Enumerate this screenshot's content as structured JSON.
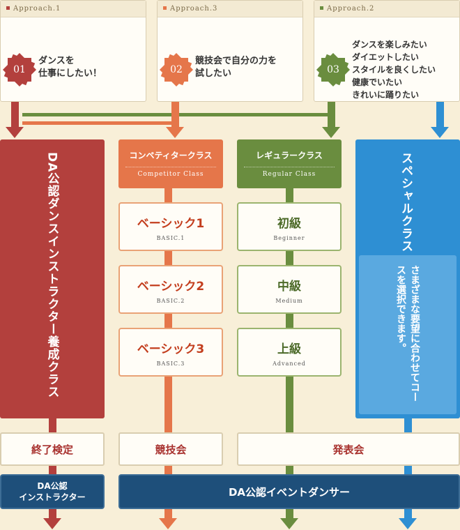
{
  "approaches": [
    {
      "label": "Approach.1",
      "num": "01",
      "text": "ダンスを\n仕事にしたい！"
    },
    {
      "label": "Approach.3",
      "num": "02",
      "text": "競技会で自分の力を\n試したい"
    },
    {
      "label": "Approach.2",
      "num": "03",
      "text": "ダンスを楽しみたい\nダイエットしたい\nスタイルを良くしたい\n健康でいたい\nきれいに踊りたい"
    }
  ],
  "instructor_class": {
    "title": "DA公認ダンスインストラクター養成クラス"
  },
  "competitor_class": {
    "title": "コンペティタークラス",
    "subtitle": "Competitor Class",
    "levels": [
      {
        "title": "ベーシック1",
        "sub": "BASIC.1"
      },
      {
        "title": "ベーシック2",
        "sub": "BASIC.2"
      },
      {
        "title": "ベーシック3",
        "sub": "BASIC.3"
      }
    ]
  },
  "regular_class": {
    "title": "レギュラークラス",
    "subtitle": "Regular Class",
    "levels": [
      {
        "title": "初級",
        "sub": "Beginner"
      },
      {
        "title": "中級",
        "sub": "Medium"
      },
      {
        "title": "上級",
        "sub": "Advanced"
      }
    ]
  },
  "special_class": {
    "title": "スペシャルクラス",
    "desc": "さまざまな要望に合わせてコースを選択できます。"
  },
  "finish": {
    "instructor": "終了検定",
    "competition": "競技会",
    "recital": "発表会"
  },
  "outcome": {
    "instructor_line1": "DA公認",
    "instructor_line2": "インストラクター",
    "dancer": "DA公認イベントダンサー"
  },
  "colors": {
    "red": "#b3403d",
    "orange": "#e5764a",
    "green": "#6a8d3f",
    "blue": "#2e8fd3",
    "navy": "#1e4f7a"
  }
}
